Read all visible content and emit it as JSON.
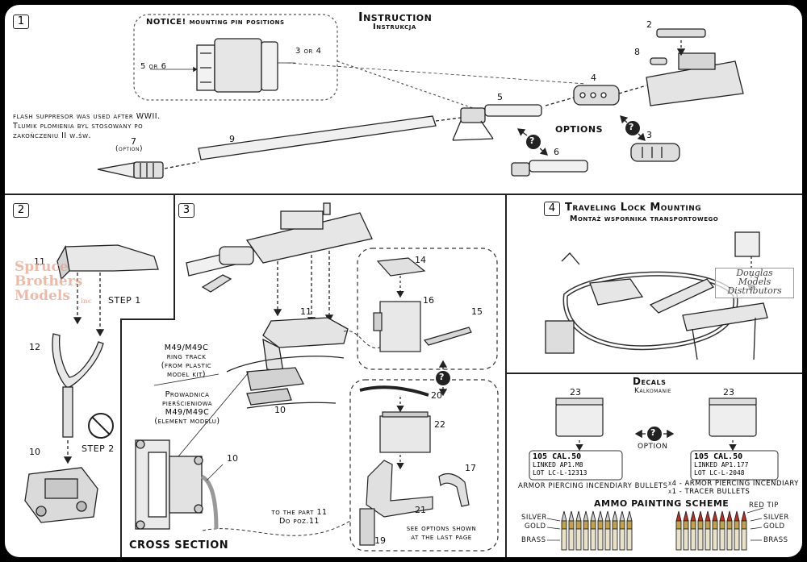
{
  "header": {
    "title": "Instruction",
    "subtitle": "Instrukcja"
  },
  "panel1": {
    "number": "1",
    "notice_title": "NOTICE! mounting pin positions",
    "label_5or6": "5 or 6",
    "label_3or4": "3 or 4",
    "flash_note_lines": [
      "flash suppresor was used after WWII.",
      "Tlumik plomienia byl stosowany po",
      "zakończeniu II w.św."
    ],
    "part7": "7",
    "part7_note": "(option)",
    "part9": "9",
    "part5": "5",
    "part6": "6",
    "part4": "4",
    "part3": "3",
    "part2": "2",
    "part8": "8",
    "options_label": "OPTIONS"
  },
  "panel2": {
    "number": "2",
    "part11": "11",
    "step1": "STEP 1",
    "part12": "12",
    "step2": "STEP 2",
    "part10": "10"
  },
  "panel3": {
    "number": "3",
    "part11": "11",
    "part10": "10",
    "part10b": "10",
    "part14": "14",
    "part15": "15",
    "part16": "16",
    "part20": "20",
    "part22": "22",
    "part17": "17",
    "part21": "21",
    "part19": "19",
    "ring_track_lines": [
      "M49/M49C",
      "ring track",
      "(from plastic",
      "model kit)"
    ],
    "prowadnica_lines": [
      "Prowadnica",
      "pierścieniowa",
      "M49/M49C",
      "(element modelu)"
    ],
    "to_part_lines": [
      "to the part 11",
      "Do poz.11"
    ],
    "see_options_lines": [
      "see options shown",
      "at the last page"
    ],
    "cross_section": "CROSS SECTION"
  },
  "panel4": {
    "number": "4",
    "title": "Traveling Lock Mounting",
    "subtitle": "Montaż wspornika transportowego"
  },
  "decals": {
    "title": "Decals",
    "subtitle": "Kalkomanie",
    "left_number": "23",
    "right_number": "23",
    "option_label": "OPTION",
    "left_lines": [
      "105 CAL.50",
      "LINKED AP1.M8",
      "LOT LC-L-12313"
    ],
    "right_lines": [
      "105 CAL.50",
      "LINKED AP1.177",
      "LOT LC-L-2048"
    ],
    "left_caption": "ARMOR PIERCING INCENDIARY BULLETS",
    "right_caption_lines": [
      "x4 - ARMOR PIERCING INCENDIARY",
      "x1 - TRACER BULLETS"
    ]
  },
  "ammo_scheme": {
    "title": "AMMO PAINTING SCHEME",
    "left_labels": [
      "SILVER",
      "GOLD",
      "BRASS"
    ],
    "right_top": "RED TIP",
    "right_labels": [
      "SILVER",
      "GOLD",
      "BRASS"
    ]
  },
  "watermarks": {
    "ssbm_lines": [
      "Spruce",
      "Brothers",
      "Models"
    ],
    "ssbm_suffix": "inc",
    "dmd_lines": [
      "Douglas",
      "Models",
      "Distributors"
    ]
  },
  "option_mark": "?"
}
